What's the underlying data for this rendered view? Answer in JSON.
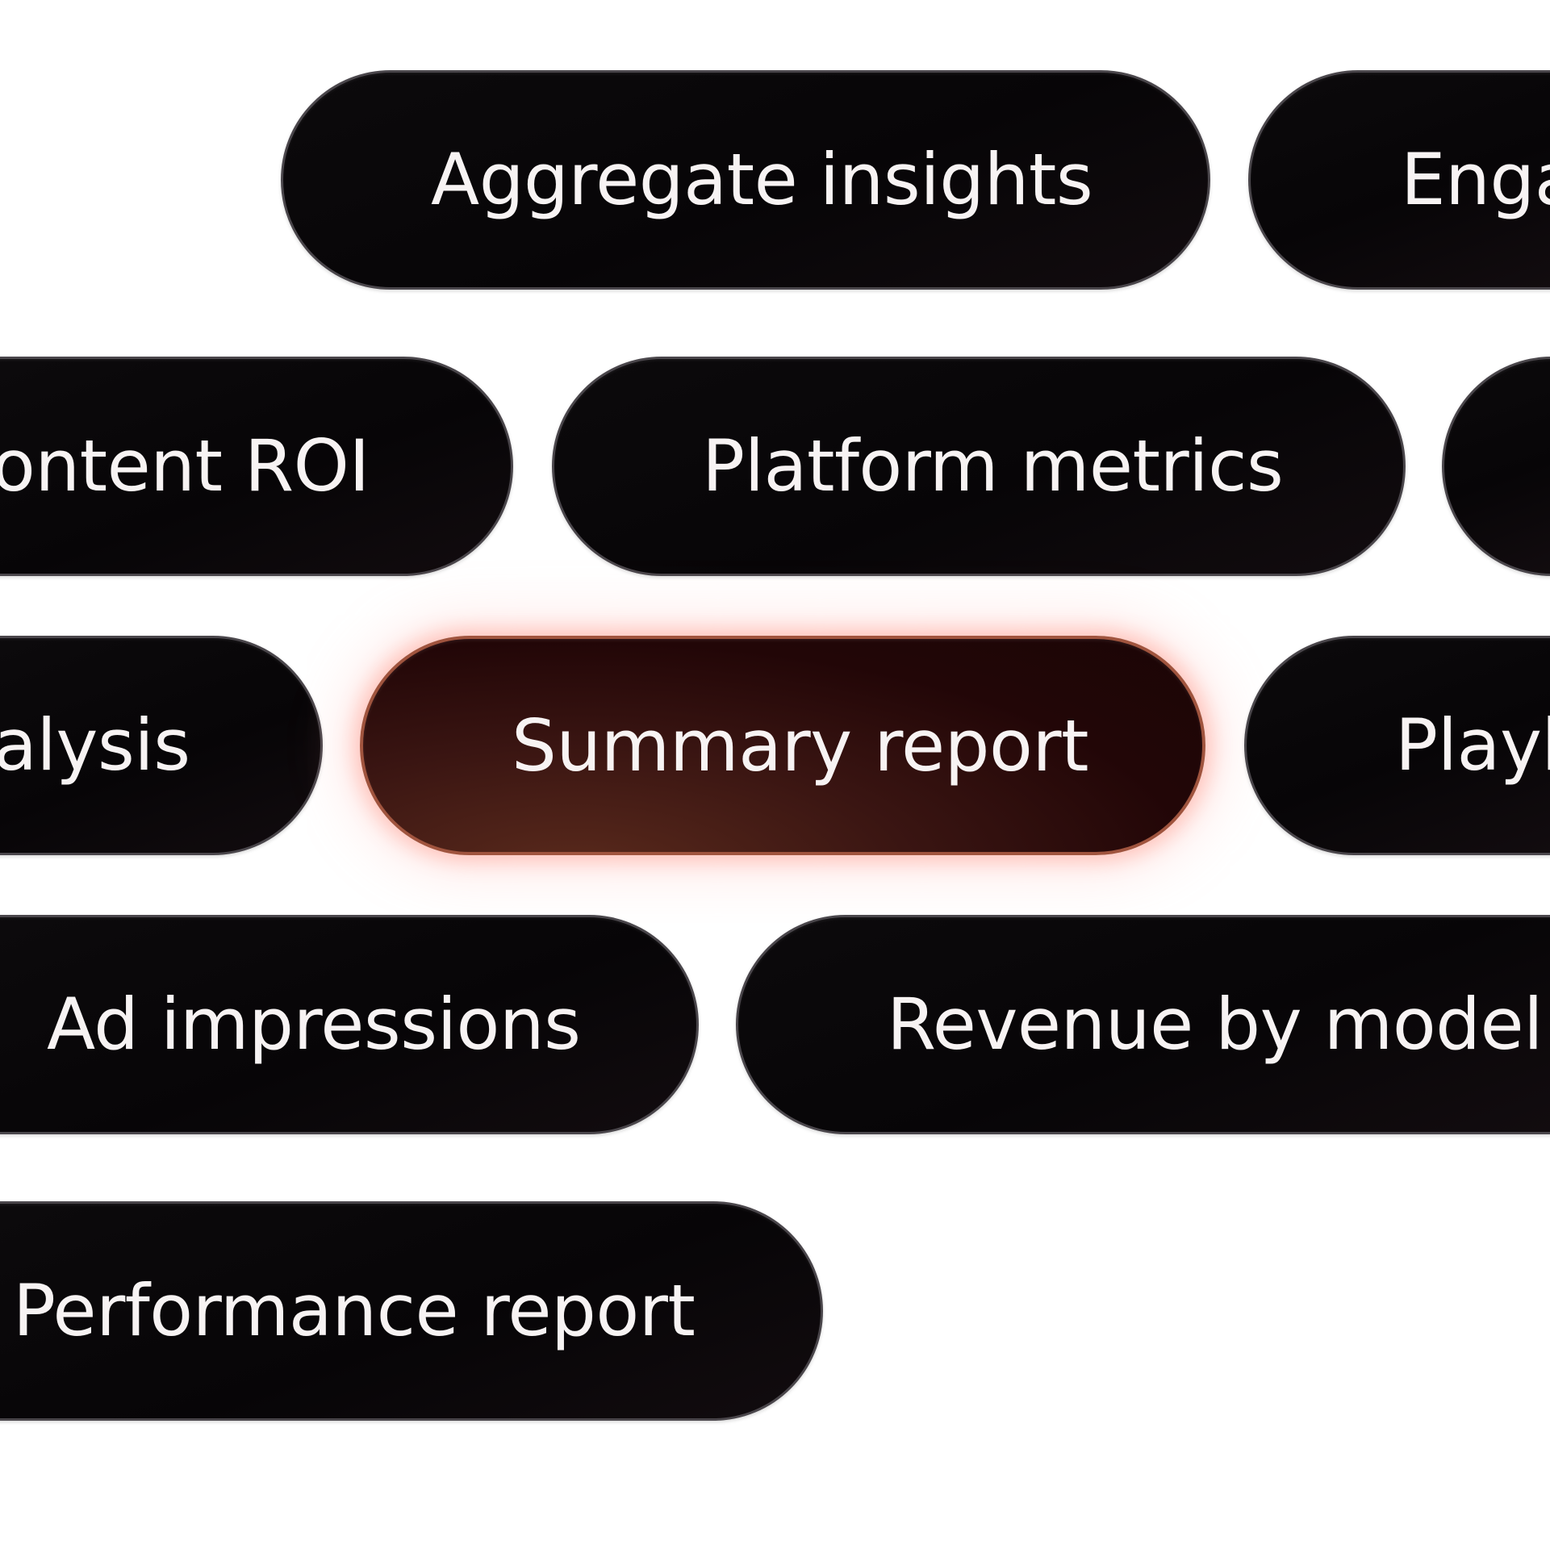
{
  "pills": [
    {
      "label": "Aggregate insights",
      "selected": false
    },
    {
      "label": "Enga",
      "selected": false
    },
    {
      "label": "ontent ROI",
      "selected": false
    },
    {
      "label": "Platform metrics",
      "selected": false
    },
    {
      "label": "",
      "selected": false
    },
    {
      "label": "alysis",
      "selected": false
    },
    {
      "label": "Summary report",
      "selected": true
    },
    {
      "label": "Playb",
      "selected": false
    },
    {
      "label": "Ad impressions",
      "selected": false
    },
    {
      "label": "Revenue by model",
      "selected": false
    },
    {
      "label": "Performance report",
      "selected": false
    }
  ]
}
